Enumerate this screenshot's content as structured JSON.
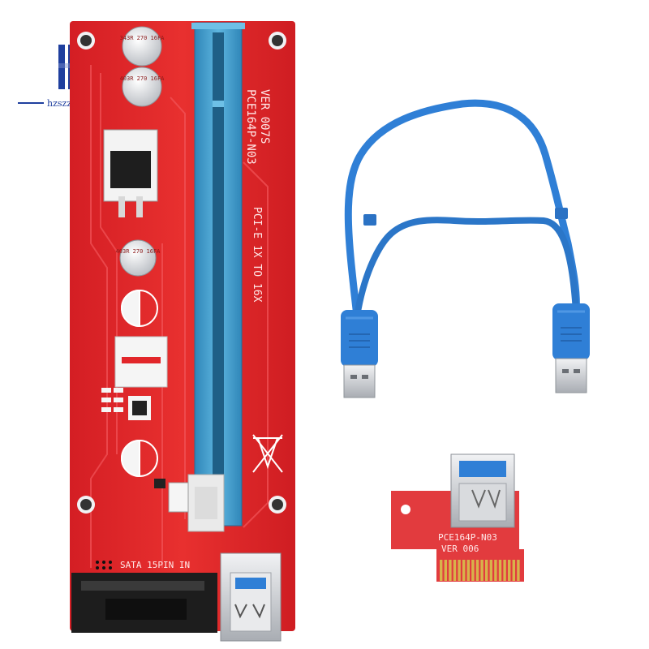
{
  "logo": {
    "text": "hzszzzzs",
    "colors": {
      "bar_blue": "#1f3f9e",
      "bar_light": "#7f93cf"
    },
    "icon": "bar-logo-icon"
  },
  "riser_board": {
    "model": "PCE164P-N03",
    "version": "VER 007S",
    "slot_label": "PCI-E 1X TO 16X",
    "power_label": "SATA 15PIN IN",
    "capacitors": [
      "343R 270 16FA",
      "403R 270 16FA",
      "403R 270 16FA"
    ],
    "colors": {
      "pcb": "#e2262a",
      "slot": "#4aa3d2",
      "silver": "#cfd2d6"
    }
  },
  "usb_cable": {
    "color": "#2f7fd6",
    "icon": "usb-plug-icon"
  },
  "adapter_board": {
    "model": "PCE164P-N03",
    "version": "VER 006",
    "colors": {
      "pcb": "#e23b3e",
      "gold": "#d8b24a"
    }
  }
}
